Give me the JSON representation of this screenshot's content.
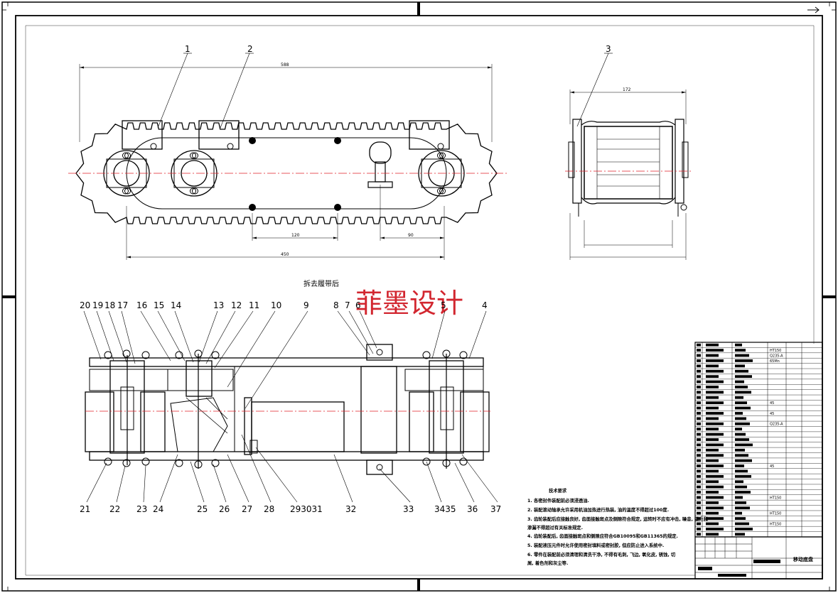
{
  "drawing": {
    "top_view_caption": "拆去履带后",
    "watermark": "菲墨设计",
    "dimensions": {
      "overall_length": "588",
      "center_distance": "450",
      "left_span": "120",
      "right_span": "90",
      "side_width": "172"
    },
    "top_callouts": [
      "1",
      "2",
      "3"
    ],
    "section_callouts_top": [
      "20",
      "19",
      "18",
      "17",
      "16",
      "15",
      "14",
      "13",
      "12",
      "11",
      "10",
      "9",
      "8",
      "7",
      "6",
      "5",
      "4"
    ],
    "section_callouts_bottom": [
      "21",
      "22",
      "23",
      "24",
      "25",
      "26",
      "27",
      "28",
      "293031",
      "32",
      "33",
      "3435",
      "36",
      "37"
    ]
  },
  "notes": {
    "title": "技术要求",
    "lines": [
      "1. 各密封件装配前必须浸透油.",
      "2. 装配滚动轴承允许采用机油加热进行热装, 油的温度不得超过100度.",
      "3. 齿轮装配后应接触良好, 齿面接触斑点及侧隙符合规定, 运转时不应有冲击, 噪音, 温升和",
      "渗漏不得超过有关标准规定.",
      "4. 齿轮装配后, 齿面接触斑点和侧隙应符合GB10095和GB11365的规定.",
      "5. 装配液压元件时允许使用密封填料或密封胶, 但应防止进入系统中.",
      "6. 零件在装配前必须清理和清洗干净, 不得有毛刺, 飞边, 氧化皮, 锈蚀, 切",
      "屑, 着色剂和灰尘等."
    ]
  },
  "title_block": {
    "materials": [
      "HT150",
      "Q235-A",
      "65Mn",
      "45",
      "45",
      "Q235-A",
      "45",
      "HT150",
      "HT150",
      "HT150"
    ],
    "drawing_name": "移动底盘"
  }
}
